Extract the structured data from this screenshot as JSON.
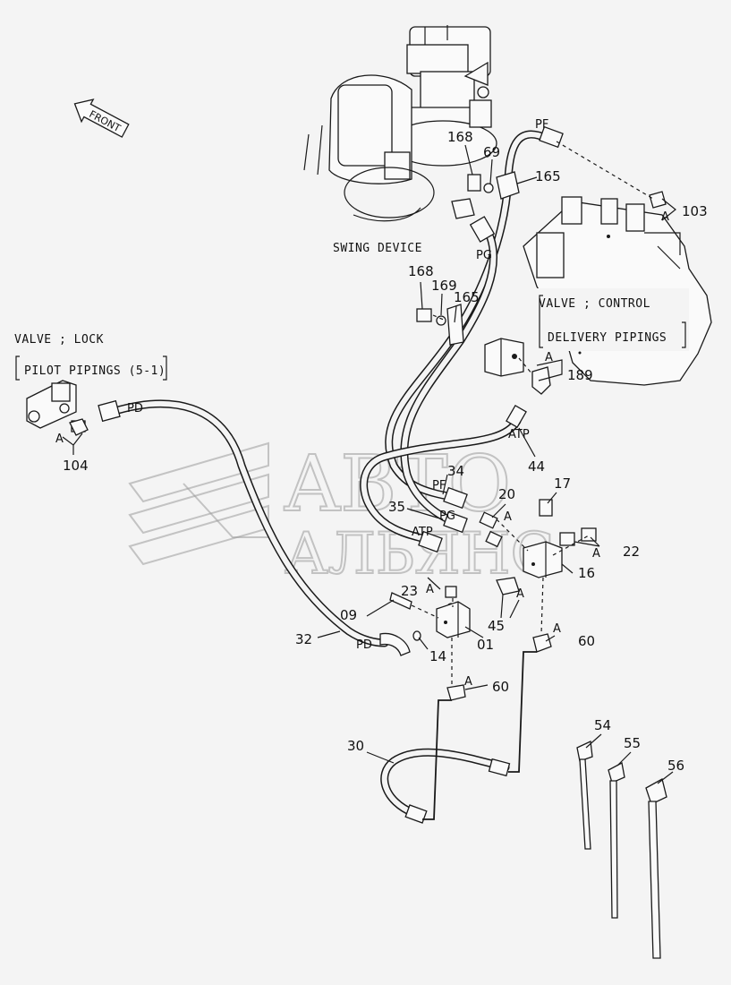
{
  "captions": {
    "swing_device": "SWING DEVICE",
    "valve_control": "VALVE ; CONTROL",
    "delivery_pipings": "DELIVERY PIPINGS",
    "valve_lock": "VALVE ; LOCK",
    "pilot_pipings": "PILOT PIPINGS (5-1)",
    "front": "FRONT"
  },
  "port_labels": {
    "pf_top": "PF",
    "pg_top": "PG",
    "pd_left": "PD",
    "atp_mid": "ATP",
    "pf_mid": "PF",
    "pg_mid": "PG",
    "atp_low": "ATP",
    "pd_low": "PD"
  },
  "part_numbers": {
    "p168a": "168",
    "p69": "69",
    "p165a": "165",
    "p103": "103",
    "p168b": "168",
    "p169": "169",
    "p165b": "165",
    "p189": "189",
    "p104": "104",
    "p44": "44",
    "p34": "34",
    "p35": "35",
    "p20": "20",
    "p17": "17",
    "p22": "22",
    "p16": "16",
    "p23": "23",
    "p45": "45",
    "p09": "09",
    "p01": "01",
    "p14": "14",
    "p32": "32",
    "p60a": "60",
    "p60b": "60",
    "p30": "30",
    "p54": "54",
    "p55": "55",
    "p56": "56"
  },
  "ref_marks": {
    "a1": "A",
    "a2": "A",
    "a3": "A",
    "a4": "A",
    "a5": "A",
    "a6": "A",
    "a7": "A",
    "a8": "A",
    "a9": "A",
    "a10": "A"
  },
  "watermark": {
    "line1": "ABTO",
    "line2": "АЛЬЯНС"
  }
}
